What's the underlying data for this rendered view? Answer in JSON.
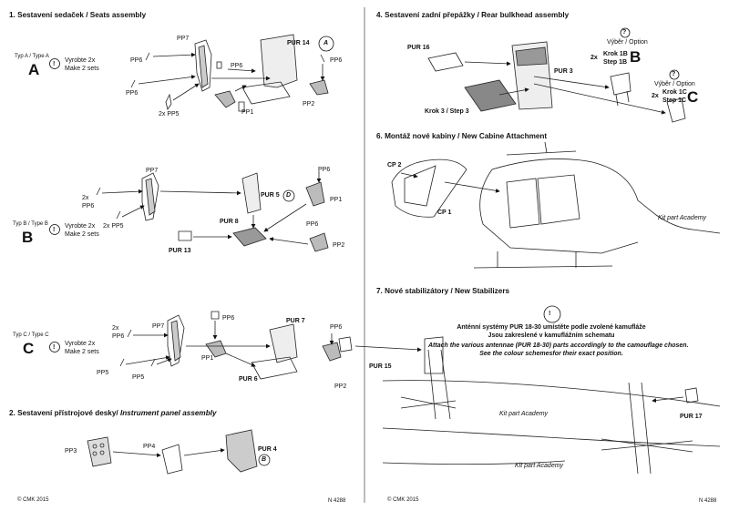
{
  "sections": {
    "s1": {
      "title": "1. Sestavení sedaček / Seats assembly"
    },
    "s2": {
      "title_cz": "2. Sestavení přístrojové desky/",
      "title_en": "Instrument panel assembly"
    },
    "s4": {
      "title": "4. Sestavení zadní přepážky / Rear bulkhead assembly"
    },
    "s6": {
      "title": "6. Montáž nové kabiny / New Cabine Attachment"
    },
    "s7": {
      "title": "7. Nové stabilizátory / New Stabilizers"
    }
  },
  "typeA": {
    "type": "Typ A / Type A",
    "letter": "A",
    "make1": "Vyrobte 2x",
    "make2": "Make 2 sets"
  },
  "typeB": {
    "type": "Typ B / Type B",
    "letter": "B",
    "make1": "Vyrobte 2x",
    "make2": "Make 2 sets"
  },
  "typeC": {
    "type": "Typ C / Type C",
    "letter": "C",
    "make1": "Vyrobte 2x",
    "make2": "Make 2 sets"
  },
  "labels": {
    "pp7": "PP7",
    "pp6": "PP6",
    "pp5": "PP5",
    "pp1": "PP1",
    "pp2": "PP2",
    "pp3": "PP3",
    "pp4": "PP4",
    "pp5b": "PP5",
    "x2pp5": "2x PP5",
    "x2": "2x",
    "x2pp5b": "2x PP5",
    "pur14": "PUR 14",
    "pur5": "PUR 5",
    "pur8": "PUR 8",
    "pur13": "PUR 13",
    "pur7": "PUR 7",
    "pur6": "PUR 6",
    "pur4": "PUR 4",
    "pur16": "PUR 16",
    "pur3": "PUR 3",
    "pur15": "PUR 15",
    "pur17": "PUR 17",
    "circA": "A",
    "circD": "D",
    "circB": "B",
    "step3": "Krok 3 / Step 3",
    "option": "Výběr / Option",
    "krok1b": "Krok 1B",
    "step1b": "Step 1B",
    "letterB": "B",
    "krok1c": "Krok 1C",
    "step1c": "Step 1C",
    "letterC": "C",
    "cp2": "CP 2",
    "cp1": "CP 1",
    "kit1": "Kit part Academy",
    "kit2": "Kit part Academy",
    "kit3": "Kit part Academy",
    "ant_cz1": "Anténní systémy PUR 18-30 umístěte podle zvolené kamufláže",
    "ant_cz2": "Jsou zakreslené v kamuflážním schematu",
    "ant_en1": "Attach the various antennae (PUR 18-30) parts accordingly to the camouflage chosen.",
    "ant_en2": "See the colour schemesfor their exact position.",
    "excl": "!",
    "q": "?"
  },
  "footer": {
    "left_copy": "© CMK 2015",
    "left_num": "N 4288",
    "right_copy": "© CMK 2015",
    "right_num": "N 4288"
  }
}
